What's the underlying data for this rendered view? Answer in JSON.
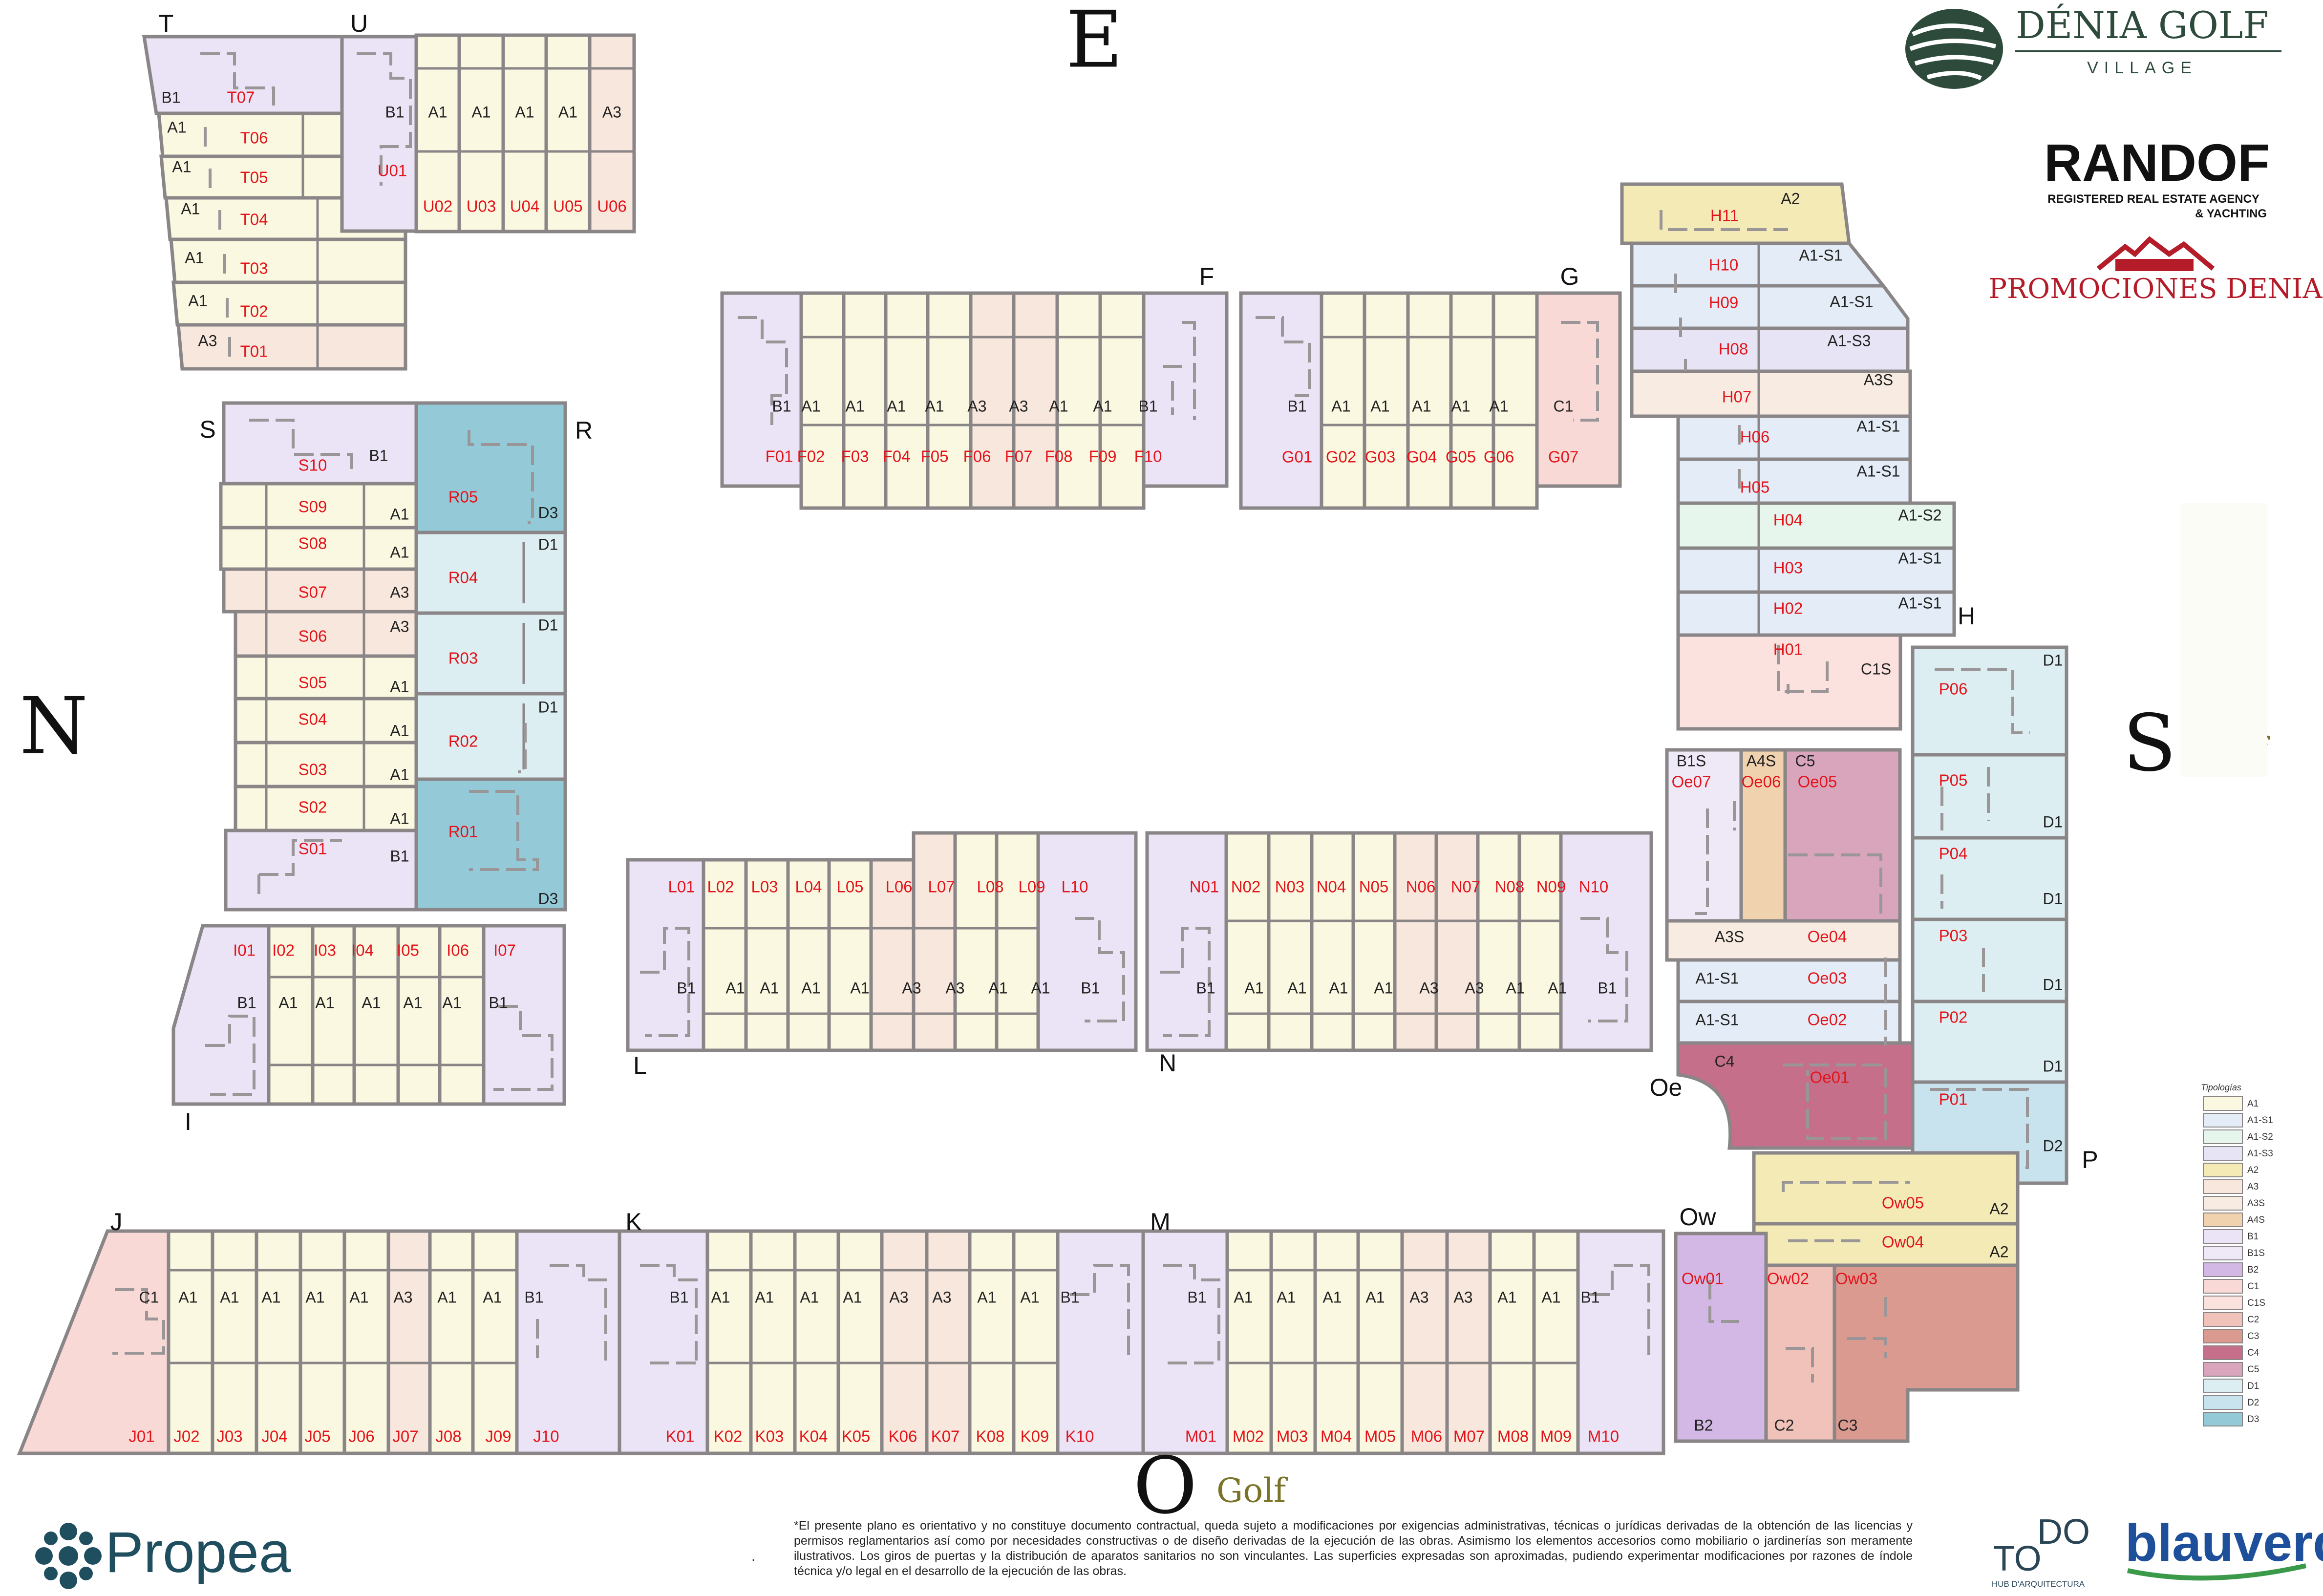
{
  "colors": {
    "A1": "#faf8e0",
    "A1-S1": "#e4edf7",
    "A1-S2": "#e6f6ec",
    "A1-S3": "#e6e4f5",
    "A2": "#f3eab6",
    "A3": "#f8e7dc",
    "A3S": "#f8ece2",
    "A4S": "#f0d2ae",
    "B1": "#ebe4f6",
    "B1S": "#efe8f7",
    "B2": "#d3b8e6",
    "C1": "#f8d9d6",
    "C1S": "#fbe2de",
    "C2": "#f0c2b9",
    "C3": "#da9a90",
    "C4": "#c56f8b",
    "C5": "#d8a5bc",
    "D1": "#ddeef2",
    "D2": "#c8e3ee",
    "D3": "#94c9d8",
    "stroke": "#8a8688",
    "code_red": "#e3141b",
    "golf_text": "#7a7428",
    "dark_green": "#2d4a3b"
  },
  "compass": {
    "north": "N",
    "south": "S",
    "east": "E",
    "west": "O",
    "golf_label": "Golf"
  },
  "brands": {
    "denia_title": "DÉNIA GOLF",
    "denia_sub": "VILLAGE",
    "randof_title": "RANDOF",
    "randof_sub1": "REGISTERED REAL ESTATE AGENCY",
    "randof_sub2": "& YACHTING",
    "promociones": "PROMOCIONES DENIA",
    "propea": "Propea",
    "todo_to": "TO",
    "todo_do": "DO",
    "todo_sub": "HUB D'ARQUITECTURA",
    "blauverd": "blauverd"
  },
  "disclaimer": "*El presente plano es orientativo y no constituye documento contractual, queda sujeto a modificaciones por exigencias administrativas, técnicas o jurídicas derivadas de la obtención de las licencias y permisos reglamentarios así como por necesidades constructivas o de diseño derivadas de la ejecución de las obras. Asimismo los elementos accesorios como mobiliario o jardinerías son meramente ilustrativos. Los giros de puertas y la distribución de aparatos sanitarios no son vinculantes. Las superficies expresadas son aproximadas, pudiendo experimentar modificaciones por razones de índole técnica y/o legal en el desarrollo de la ejecución de las obras.",
  "stray_mark": ".",
  "legend": {
    "title": "Tipologías",
    "items": [
      "A1",
      "A1-S1",
      "A1-S2",
      "A1-S3",
      "A2",
      "A3",
      "A3S",
      "A4S",
      "B1",
      "B1S",
      "B2",
      "C1",
      "C1S",
      "C2",
      "C3",
      "C4",
      "C5",
      "D1",
      "D2",
      "D3"
    ]
  },
  "blocks": {
    "T": "T",
    "U": "U",
    "F": "F",
    "G": "G",
    "S": "S",
    "R": "R",
    "H": "H",
    "I": "I",
    "L": "L",
    "N": "N",
    "Oe": "Oe",
    "P": "P",
    "Ow": "Ow",
    "J": "J",
    "K": "K",
    "M": "M"
  },
  "units": {
    "T": [
      [
        "T07",
        "B1"
      ],
      [
        "T06",
        "A1"
      ],
      [
        "T05",
        "A1"
      ],
      [
        "T04",
        "A1"
      ],
      [
        "T03",
        "A1"
      ],
      [
        "T02",
        "A1"
      ],
      [
        "T01",
        "A3"
      ]
    ],
    "U": [
      [
        "U01",
        "B1"
      ],
      [
        "U02",
        "A1"
      ],
      [
        "U03",
        "A1"
      ],
      [
        "U04",
        "A1"
      ],
      [
        "U05",
        "A1"
      ],
      [
        "U06",
        "A3"
      ]
    ],
    "F": [
      [
        "F01",
        "B1"
      ],
      [
        "F02",
        "A1"
      ],
      [
        "F03",
        "A1"
      ],
      [
        "F04",
        "A1"
      ],
      [
        "F05",
        "A1"
      ],
      [
        "F06",
        "A3"
      ],
      [
        "F07",
        "A3"
      ],
      [
        "F08",
        "A1"
      ],
      [
        "F09",
        "A1"
      ],
      [
        "F10",
        "B1"
      ]
    ],
    "G": [
      [
        "G01",
        "B1"
      ],
      [
        "G02",
        "A1"
      ],
      [
        "G03",
        "A1"
      ],
      [
        "G04",
        "A1"
      ],
      [
        "G05",
        "A1"
      ],
      [
        "G06",
        "A1"
      ],
      [
        "G07",
        "C1"
      ]
    ],
    "S": [
      [
        "S10",
        "B1"
      ],
      [
        "S09",
        "A1"
      ],
      [
        "S08",
        "A1"
      ],
      [
        "S07",
        "A3"
      ],
      [
        "S06",
        "A3"
      ],
      [
        "S05",
        "A1"
      ],
      [
        "S04",
        "A1"
      ],
      [
        "S03",
        "A1"
      ],
      [
        "S02",
        "A1"
      ],
      [
        "S01",
        "B1"
      ]
    ],
    "R": [
      [
        "R05",
        "D3"
      ],
      [
        "R04",
        "D1"
      ],
      [
        "R03",
        "D1"
      ],
      [
        "R02",
        "D1"
      ],
      [
        "R01",
        "D3"
      ]
    ],
    "H": [
      [
        "H11",
        "A2"
      ],
      [
        "H10",
        "A1-S1"
      ],
      [
        "H09",
        "A1-S1"
      ],
      [
        "H08",
        "A1-S3"
      ],
      [
        "H07",
        "A3S"
      ],
      [
        "H06",
        "A1-S1"
      ],
      [
        "H05",
        "A1-S1"
      ],
      [
        "H04",
        "A1-S2"
      ],
      [
        "H03",
        "A1-S1"
      ],
      [
        "H02",
        "A1-S1"
      ],
      [
        "H01",
        "C1S"
      ]
    ],
    "I": [
      [
        "I01",
        "B1"
      ],
      [
        "I02",
        "A1"
      ],
      [
        "I03",
        "A1"
      ],
      [
        "I04",
        "A1"
      ],
      [
        "I05",
        "A1"
      ],
      [
        "I06",
        "A1"
      ],
      [
        "I07",
        "B1"
      ]
    ],
    "L": [
      [
        "L01",
        "B1"
      ],
      [
        "L02",
        "A1"
      ],
      [
        "L03",
        "A1"
      ],
      [
        "L04",
        "A1"
      ],
      [
        "L05",
        "A1"
      ],
      [
        "L06",
        "A3"
      ],
      [
        "L07",
        "A3"
      ],
      [
        "L08",
        "A1"
      ],
      [
        "L09",
        "A1"
      ],
      [
        "L10",
        "B1"
      ]
    ],
    "N": [
      [
        "N01",
        "B1"
      ],
      [
        "N02",
        "A1"
      ],
      [
        "N03",
        "A1"
      ],
      [
        "N04",
        "A1"
      ],
      [
        "N05",
        "A1"
      ],
      [
        "N06",
        "A3"
      ],
      [
        "N07",
        "A3"
      ],
      [
        "N08",
        "A1"
      ],
      [
        "N09",
        "A1"
      ],
      [
        "N10",
        "B1"
      ]
    ],
    "Oe": [
      [
        "Oe07",
        "B1S"
      ],
      [
        "Oe06",
        "A4S"
      ],
      [
        "Oe05",
        "C5"
      ],
      [
        "Oe04",
        "A3S"
      ],
      [
        "Oe03",
        "A1-S1"
      ],
      [
        "Oe02",
        "A1-S1"
      ],
      [
        "Oe01",
        "C4"
      ]
    ],
    "P": [
      [
        "P06",
        "D1"
      ],
      [
        "P05",
        "D1"
      ],
      [
        "P04",
        "D1"
      ],
      [
        "P03",
        "D1"
      ],
      [
        "P02",
        "D1"
      ],
      [
        "P01",
        "D2"
      ]
    ],
    "Ow": [
      [
        "Ow05",
        "A2"
      ],
      [
        "Ow04",
        "A2"
      ],
      [
        "Ow01",
        "B2"
      ],
      [
        "Ow02",
        "C2"
      ],
      [
        "Ow03",
        "C3"
      ]
    ],
    "J": [
      [
        "J01",
        "C1"
      ],
      [
        "J02",
        "A1"
      ],
      [
        "J03",
        "A1"
      ],
      [
        "J04",
        "A1"
      ],
      [
        "J05",
        "A1"
      ],
      [
        "J06",
        "A1"
      ],
      [
        "J07",
        "A3"
      ],
      [
        "J08",
        "A1"
      ],
      [
        "J09",
        "A1"
      ],
      [
        "J10",
        "B1"
      ]
    ],
    "K": [
      [
        "K01",
        "B1"
      ],
      [
        "K02",
        "A1"
      ],
      [
        "K03",
        "A1"
      ],
      [
        "K04",
        "A1"
      ],
      [
        "K05",
        "A1"
      ],
      [
        "K06",
        "A3"
      ],
      [
        "K07",
        "A3"
      ],
      [
        "K08",
        "A1"
      ],
      [
        "K09",
        "A1"
      ],
      [
        "K10",
        "B1"
      ]
    ],
    "M": [
      [
        "M01",
        "B1"
      ],
      [
        "M02",
        "A1"
      ],
      [
        "M03",
        "A1"
      ],
      [
        "M04",
        "A1"
      ],
      [
        "M05",
        "A1"
      ],
      [
        "M06",
        "A3"
      ],
      [
        "M07",
        "A3"
      ],
      [
        "M08",
        "A1"
      ],
      [
        "M09",
        "A1"
      ],
      [
        "M10",
        "B1"
      ]
    ]
  }
}
